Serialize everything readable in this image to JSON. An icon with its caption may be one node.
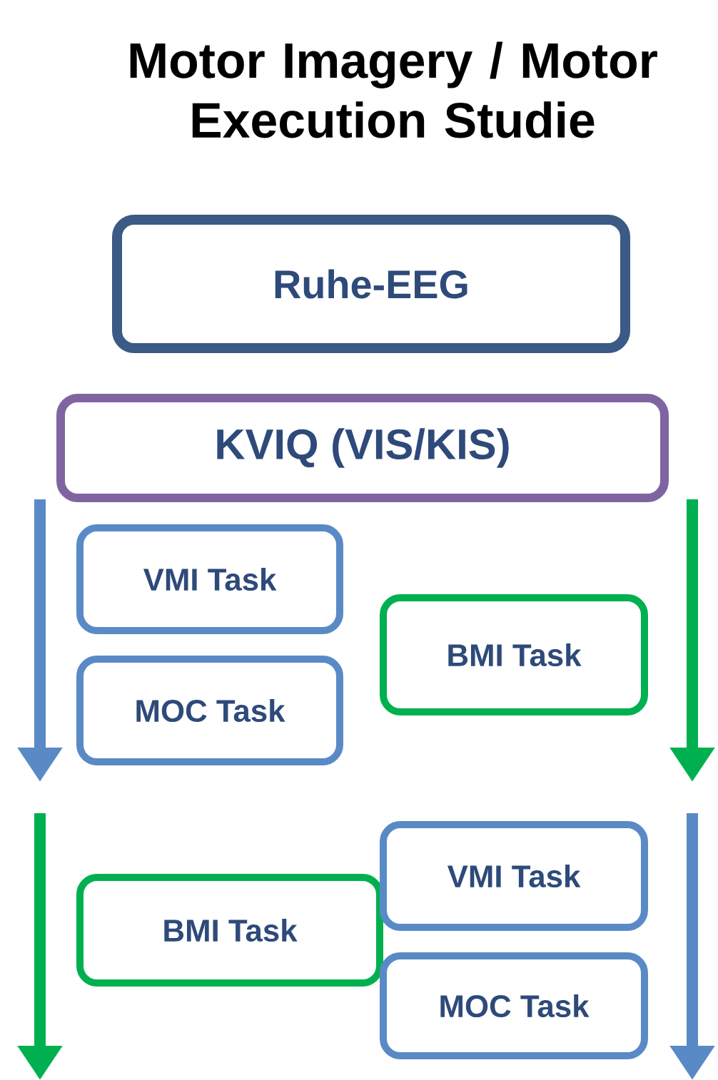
{
  "diagram": {
    "title": "Motor Imagery / Motor Execution Studie",
    "nodes": [
      {
        "text": [
          "Ruhe-EEG"
        ]
      },
      {
        "text": [
          "KVIQ (VIS/KIS)"
        ]
      },
      {
        "text": [
          "VMI Task"
        ]
      },
      {
        "text": [
          "MOC Task"
        ]
      },
      {
        "text": [
          "BMI Task"
        ]
      },
      {
        "text": [
          "BMI Task"
        ]
      },
      {
        "text": [
          "VMI Task"
        ]
      },
      {
        "text": [
          "MOC Task"
        ]
      }
    ]
  }
}
